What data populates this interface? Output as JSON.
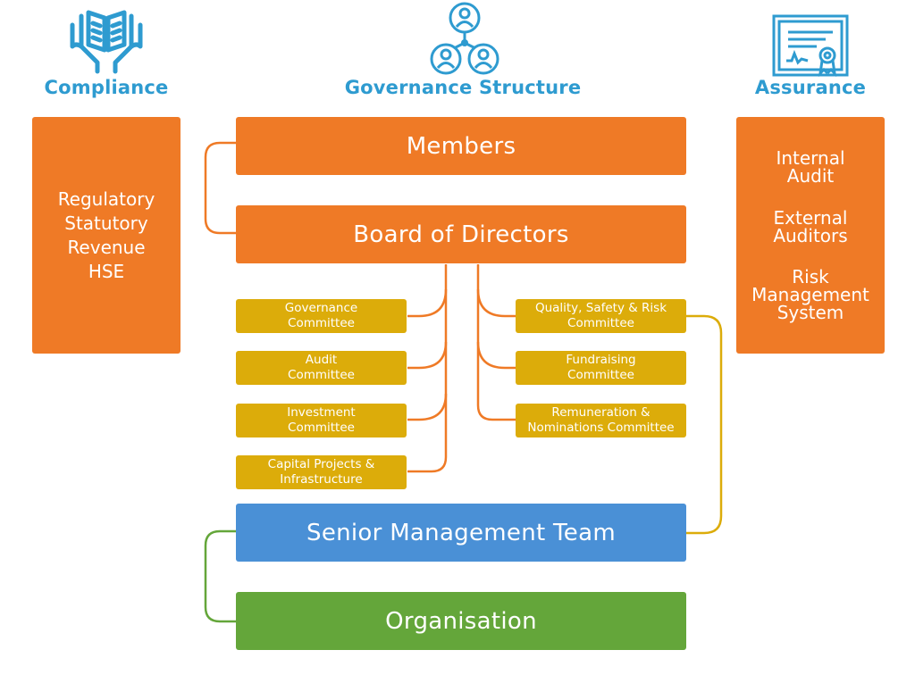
{
  "headers": {
    "compliance": "Compliance",
    "governance": "Governance Structure",
    "assurance": "Assurance"
  },
  "icons": {
    "compliance": "hands-holding-book-icon",
    "governance": "people-network-icon",
    "assurance": "certificate-icon"
  },
  "compliance_items": [
    "Regulatory",
    "Statutory",
    "Revenue",
    "HSE"
  ],
  "assurance_items": [
    [
      "Internal",
      "Audit"
    ],
    [
      "External",
      "Auditors"
    ],
    [
      "Risk",
      "Management",
      "System"
    ]
  ],
  "members": "Members",
  "board": "Board of Directors",
  "committees_left": [
    [
      "Governance",
      "Committee"
    ],
    [
      "Audit",
      "Committee"
    ],
    [
      "Investment",
      "Committee"
    ],
    [
      "Capital Projects &",
      "Infrastructure"
    ]
  ],
  "committees_right": [
    [
      "Quality, Safety & Risk",
      "Committee"
    ],
    [
      "Fundraising",
      "Committee"
    ],
    [
      "Remuneration &",
      "Nominations Committee"
    ]
  ],
  "smt": "Senior Management Team",
  "organisation": "Organisation",
  "colors": {
    "title_blue": "#2e9bd0",
    "orange": "#ef7a26",
    "gold": "#dcac0a",
    "blue": "#4a90d6",
    "green": "#64a63a"
  }
}
